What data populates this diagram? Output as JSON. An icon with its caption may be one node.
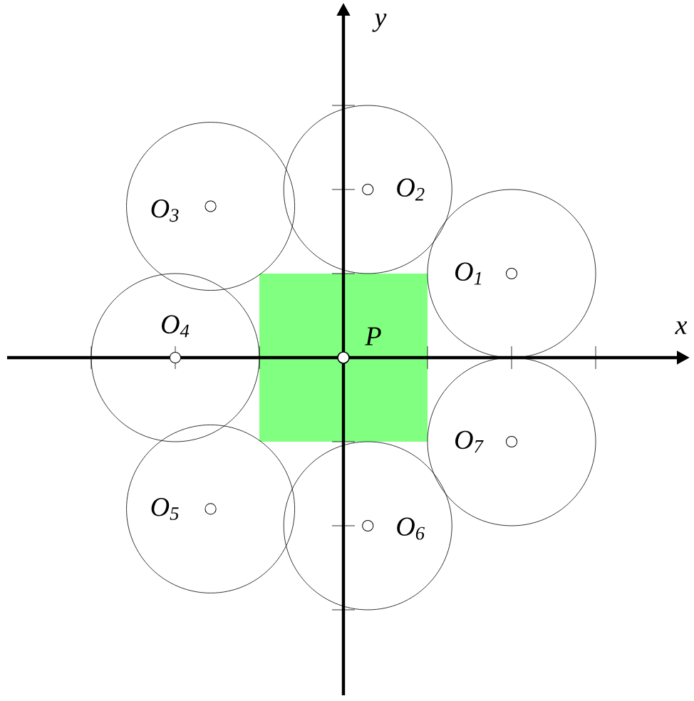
{
  "diagram": {
    "nodes": [
      {
        "text": [
          "P"
        ]
      },
      {
        "text": [
          "O$_{1}$"
        ]
      },
      {
        "text": [
          "O$_{2}$"
        ]
      },
      {
        "text": [
          "O$_{3}$"
        ]
      },
      {
        "text": [
          "O$_{4}$"
        ]
      },
      {
        "text": [
          "O$_{5}$"
        ]
      },
      {
        "text": [
          "O$_{6}$"
        ]
      },
      {
        "text": [
          "O$_{7}$"
        ]
      }
    ],
    "edges": [],
    "labels": [
      "y",
      "x"
    ]
  }
}
